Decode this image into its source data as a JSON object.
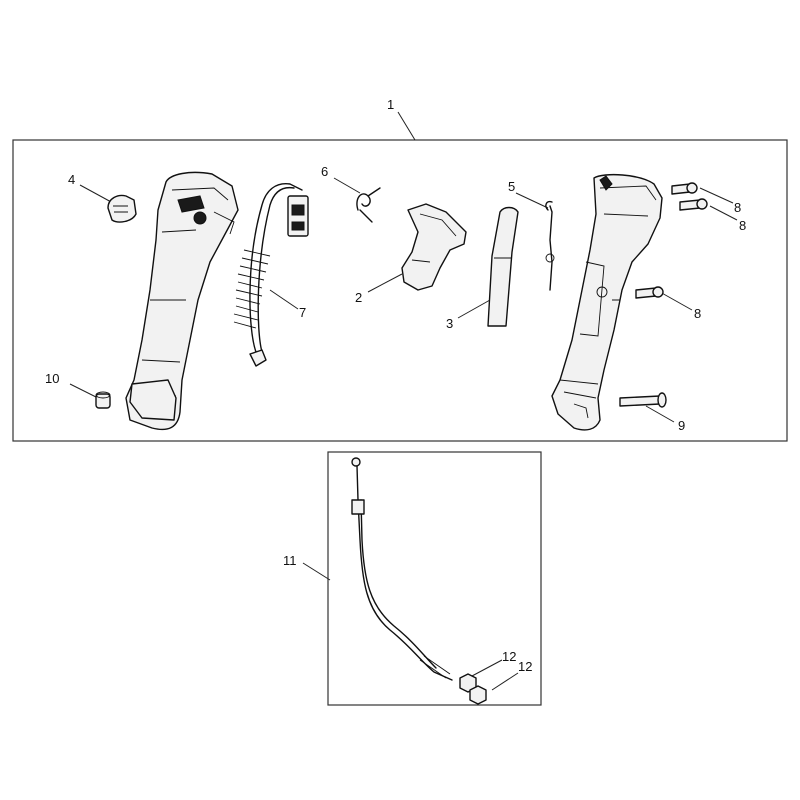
{
  "diagram": {
    "callouts": [
      {
        "id": "c1",
        "text": "1"
      },
      {
        "id": "c2",
        "text": "2"
      },
      {
        "id": "c3",
        "text": "3"
      },
      {
        "id": "c4",
        "text": "4"
      },
      {
        "id": "c5",
        "text": "5"
      },
      {
        "id": "c6",
        "text": "6"
      },
      {
        "id": "c7",
        "text": "7"
      },
      {
        "id": "c8a",
        "text": "8"
      },
      {
        "id": "c8b",
        "text": "8"
      },
      {
        "id": "c8c",
        "text": "8"
      },
      {
        "id": "c9",
        "text": "9"
      },
      {
        "id": "c10",
        "text": "10"
      },
      {
        "id": "c11",
        "text": "11"
      },
      {
        "id": "c12a",
        "text": "12"
      },
      {
        "id": "c12b",
        "text": "12"
      }
    ]
  }
}
